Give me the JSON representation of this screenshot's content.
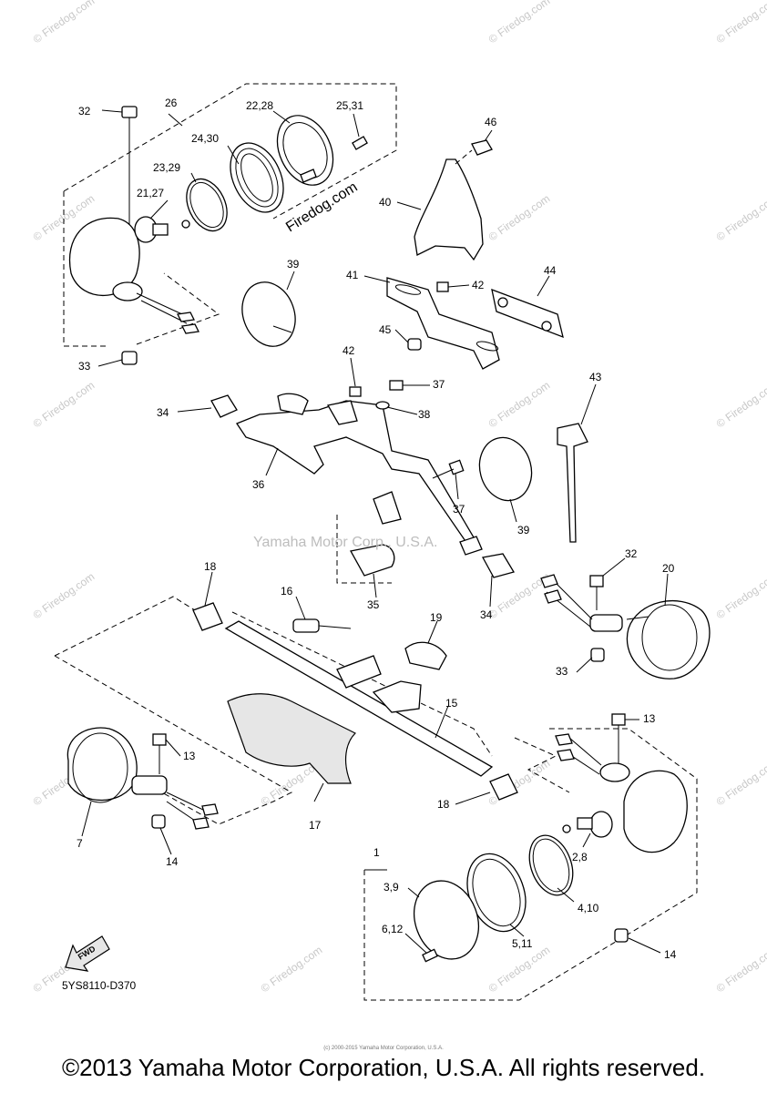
{
  "diagram_code": "5YS8110-D370",
  "fwd_label": "FWD",
  "center_watermark": "Yamaha Motor Corp., U.S.A.",
  "slanted_watermark": "Firedog.com",
  "tile_watermark": "© Firedog.com",
  "copyright_small": "(c) 2000-2015 Yamaha Motor Corporation, U.S.A.",
  "footer": "©2013 Yamaha Motor Corporation, U.S.A. All rights reserved.",
  "callouts": {
    "c1": "1",
    "c2_8": "2,8",
    "c3_9": "3,9",
    "c4_10": "4,10",
    "c5_11": "5,11",
    "c6_12": "6,12",
    "c7": "7",
    "c13a": "13",
    "c13b": "13",
    "c14a": "14",
    "c14b": "14",
    "c15": "15",
    "c16": "16",
    "c17": "17",
    "c18a": "18",
    "c18b": "18",
    "c19": "19",
    "c20": "20",
    "c21_27": "21,27",
    "c22_28": "22,28",
    "c23_29": "23,29",
    "c24_30": "24,30",
    "c25_31": "25,31",
    "c26": "26",
    "c32a": "32",
    "c32b": "32",
    "c33a": "33",
    "c33b": "33",
    "c34a": "34",
    "c34b": "34",
    "c35": "35",
    "c36": "36",
    "c37a": "37",
    "c37b": "37",
    "c38": "38",
    "c39a": "39",
    "c39b": "39",
    "c40": "40",
    "c41": "41",
    "c42a": "42",
    "c42b": "42",
    "c43": "43",
    "c44": "44",
    "c45": "45",
    "c46": "46"
  }
}
